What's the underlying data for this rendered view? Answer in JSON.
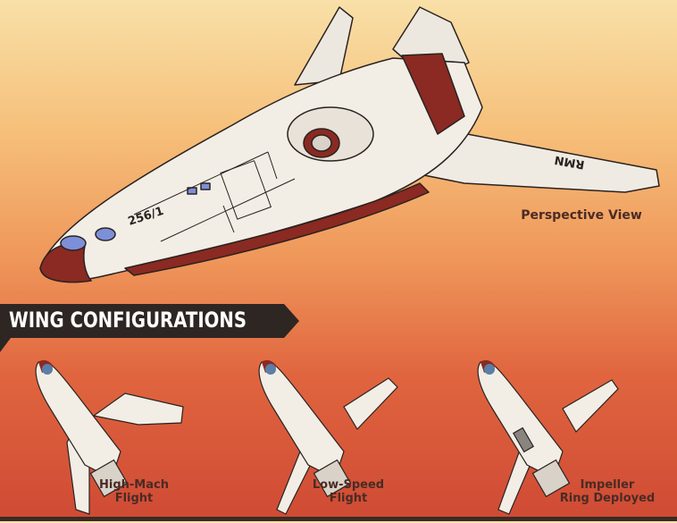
{
  "main_view": {
    "caption": "Perspective View",
    "hull_number": "256/1",
    "wing_marking": "RMN"
  },
  "section": {
    "title": "WING CONFIGURATIONS"
  },
  "configurations": [
    {
      "caption_line1": "High-Mach",
      "caption_line2": "Flight",
      "wing_sweep_deg": 80
    },
    {
      "caption_line1": "Low-Speed",
      "caption_line2": "Flight",
      "wing_sweep_deg": 45
    },
    {
      "caption_line1": "Impeller",
      "caption_line2": "Ring Deployed",
      "wing_sweep_deg": 50
    }
  ],
  "colors": {
    "hull": "#f2eee6",
    "accent": "#8a2a22",
    "canopy": "#7d8fd8",
    "banner": "#2e2623"
  }
}
